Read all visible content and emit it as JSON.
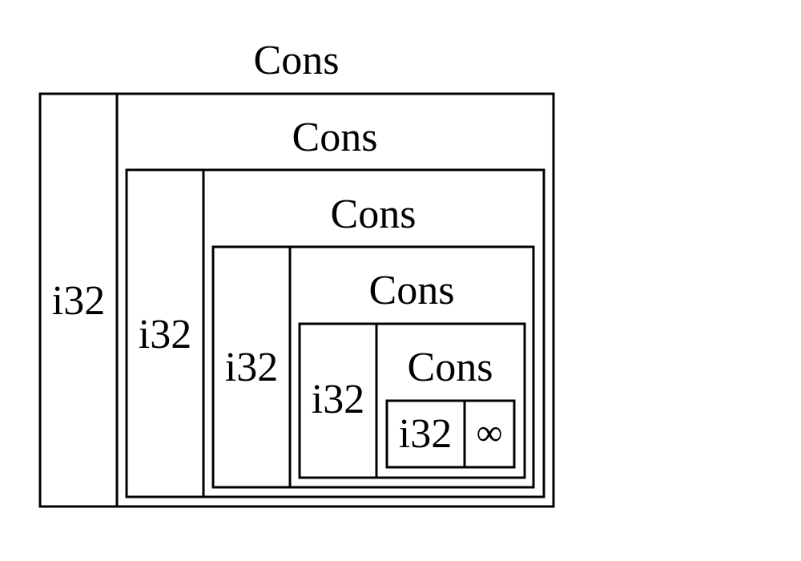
{
  "diagram": {
    "levels": [
      {
        "cons_label": "Cons",
        "value_label": "i32"
      },
      {
        "cons_label": "Cons",
        "value_label": "i32"
      },
      {
        "cons_label": "Cons",
        "value_label": "i32"
      },
      {
        "cons_label": "Cons",
        "value_label": "i32"
      },
      {
        "cons_label": "Cons",
        "value_label": "i32"
      }
    ],
    "infinity_label": "∞"
  }
}
